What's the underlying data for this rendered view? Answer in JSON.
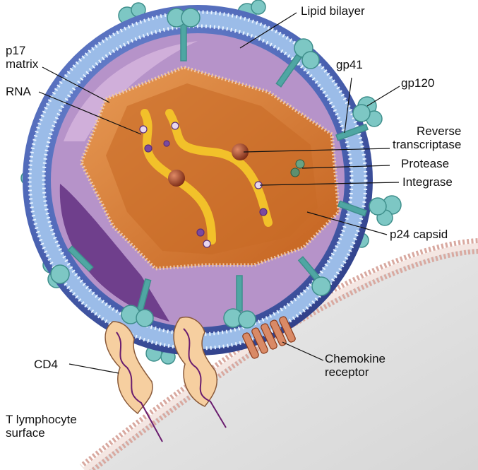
{
  "labels": {
    "lipid_bilayer": "Lipid bilayer",
    "p17_matrix": "p17\nmatrix",
    "rna": "RNA",
    "gp41": "gp41",
    "gp120": "gp120",
    "reverse_transcriptase": "Reverse\ntranscriptase",
    "protease": "Protease",
    "integrase": "Integrase",
    "p24_capsid": "p24 capsid",
    "cd4": "CD4",
    "chemokine_receptor": "Chemokine\nreceptor",
    "t_lymphocyte_surface": "T lymphocyte\nsurface"
  },
  "colors": {
    "envelope": "#4f68b8",
    "envelope_dark": "#34478f",
    "membrane_light": "#a9c8ef",
    "membrane_head": "#eaf3ff",
    "matrix": "#c49ad0",
    "matrix_dark": "#6f3f8c",
    "capsid": "#d9782d",
    "capsid_dark": "#b45a1c",
    "rna": "#f2c12a",
    "glycoprotein": "#7dc7c4",
    "glycoprotein_dark": "#3f8f8c",
    "enzyme": "#9a3b22",
    "protease": "#5d8f70",
    "integrase": "#e8d7ef",
    "cd4": "#f6cfa0",
    "cd4_strand": "#6a1d6f",
    "chemokine": "#d98a66",
    "cell": "#e0e0e0",
    "cell_membrane": "#e6c8c0"
  }
}
